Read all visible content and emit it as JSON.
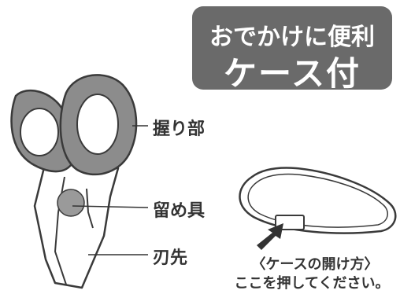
{
  "badge": {
    "line1": "おでかけに便利",
    "line2": "ケース付"
  },
  "labels": {
    "grip": "握り部",
    "stopper": "留め具",
    "blade": "刃先"
  },
  "case_caption": {
    "line1": "〈ケースの開け方〉",
    "line2": "ここを押してください。"
  },
  "colors": {
    "badge_bg": "#6a6a6a",
    "handle_gray": "#8c8c8c",
    "stopper_gray": "#9a9a9a",
    "outline": "#3a3a3a"
  },
  "icons": [
    "scissors-illustration",
    "case-illustration",
    "press-arrow-icon"
  ]
}
